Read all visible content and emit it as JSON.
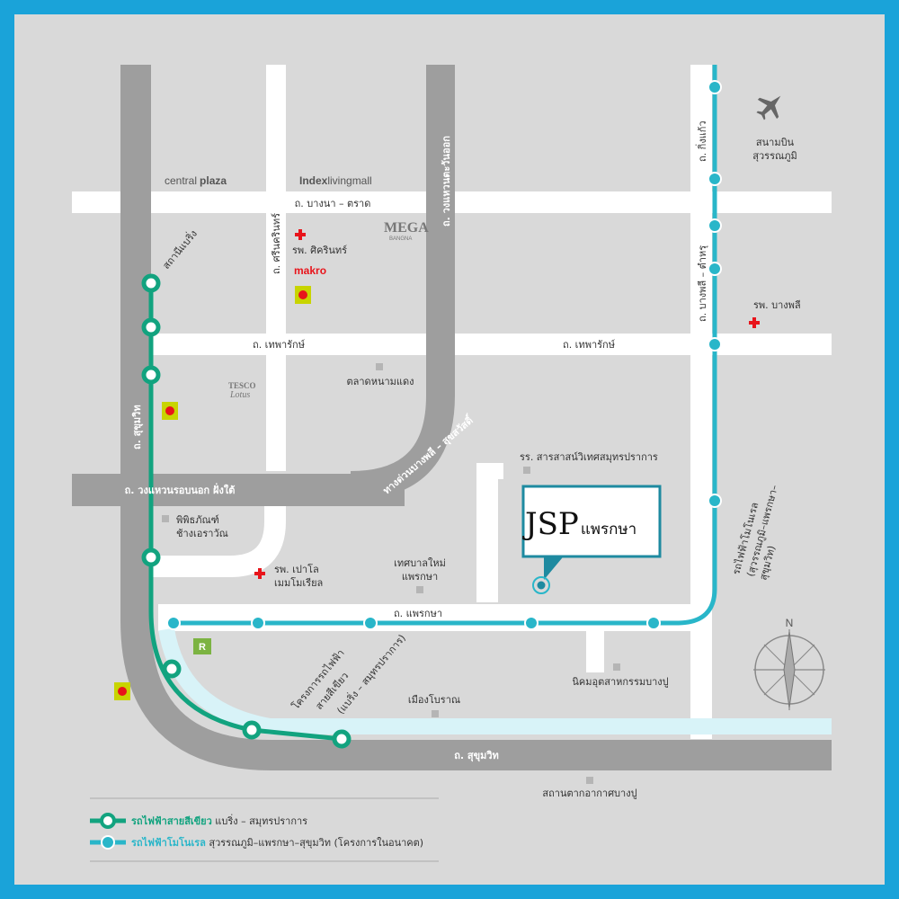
{
  "colors": {
    "frame": "#1aa3d9",
    "background": "#d9d9d9",
    "major_road": "#9e9e9e",
    "minor_road": "#ffffff",
    "green_line": "#12a37f",
    "blue_line": "#29b6c9",
    "hospital": "#e8141b",
    "makro": "#e8141b"
  },
  "roads": {
    "bangna_trat": "ถ. บางนา – ตราด",
    "theparak_left": "ถ. เทพารักษ์",
    "theparak_right": "ถ. เทพารักษ์",
    "srinakarin": "ถ. ศรีนครินทร์",
    "wongwaen_east": "ถ. วงแหวนตะวันออก",
    "king_kaew": "ถ. กิ่งแก้ว",
    "bangplee_tamru": "ถ. บางพลี – ตำหรุ",
    "sukhumvit_vertical": "ถ. สุขุมวิท",
    "wongwaen_south": "ถ. วงแหวนรอบนอก ฝั่งใต้",
    "expressway": "ทางด่วนบางพลี – สุขสวัสดิ์",
    "praeksa": "ถ. แพรกษา",
    "sukhumvit_bottom": "ถ. สุขุมวิท"
  },
  "places": {
    "central_plaza_a": "central",
    "central_plaza_b": "pla",
    "central_plaza_c": "za",
    "index_living_a": "Index",
    "index_living_b": "livingmall",
    "mega_a": "MEGA",
    "mega_b": "BANGNA",
    "airport_line1": "สนามบิน",
    "airport_line2": "สุวรรณภูมิ",
    "sikarin_hospital": "รพ. ศิครินทร์",
    "makro": "makro",
    "bangplee_hospital": "รพ. บางพลี",
    "tesco_a": "TESCO",
    "tesco_b": "Lotus",
    "talad_nam_daeng": "ตลาดหนามแดง",
    "sarasas_school": "รร. สารสาสน์วิเทศสมุทรปราการ",
    "erawan_museum_1": "พิพิธภัณฑ์",
    "erawan_museum_2": "ช้างเอราวัณ",
    "paolo_hospital_1": "รพ. เปาโล",
    "paolo_hospital_2": "เมมโมเรียล",
    "tessaban_1": "เทศบาลใหม่",
    "tessaban_2": "แพรกษา",
    "nikhom": "นิคมอุตสาหกรรมบางปู",
    "ancient_city": "เมืองโบราณ",
    "bangpu_recreation": "สถานตากอากาศบางปู",
    "samrong_station": "สถานีแบริ่ง",
    "green_project_1": "โครงการรถไฟฟ้า",
    "green_project_2": "สายสีเขียว",
    "green_project_3": "(แบริ่ง – สมุทรปราการ)",
    "mono_project_1": "รถไฟฟ้าโมโนเรล",
    "mono_project_2": "(สุวรรณภูมิ–แพรกษา–",
    "mono_project_3": "สุขุมวิท)"
  },
  "location_marker": {
    "name": "JSP",
    "suffix": "แพรกษา"
  },
  "compass": {
    "north": "N"
  },
  "legend": {
    "green_name": "รถไฟฟ้าสายสีเขียว",
    "green_route": " แบริ่ง – สมุทรปราการ",
    "blue_name": "รถไฟฟ้าโมโนเรล",
    "blue_route": " สุวรรณภูมิ–แพรกษา–สุขุมวิท (โครงการในอนาคต)"
  },
  "icons": {
    "airport": "airplane-icon",
    "hospital": "red-cross-icon",
    "big_c": "big-c-logo-icon",
    "robinson": "robinson-logo-icon",
    "landmark": "grey-square-icon",
    "pin": "location-pin-icon"
  }
}
